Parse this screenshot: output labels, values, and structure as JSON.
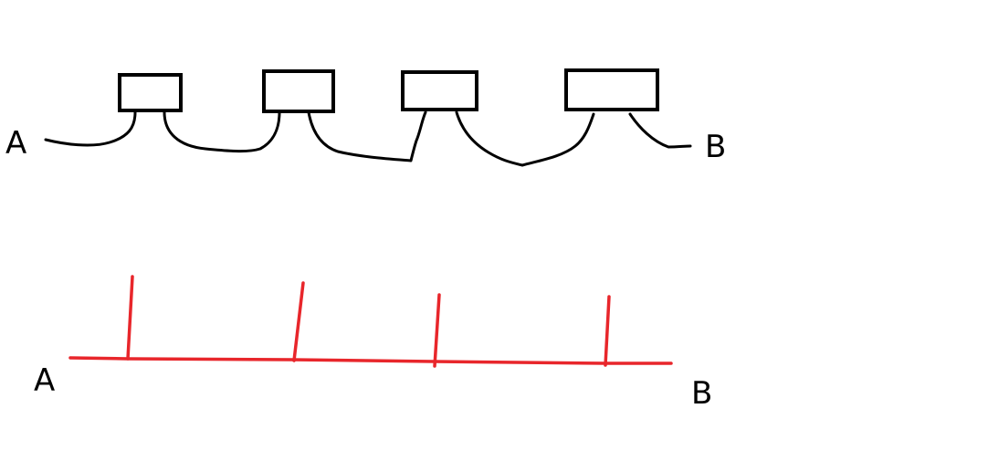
{
  "top_diagram": {
    "label_start": "A",
    "label_end": "B",
    "line_color": "#000000",
    "box_count": 4
  },
  "bottom_diagram": {
    "label_start": "A",
    "label_end": "B",
    "line_color": "#e8262b",
    "branch_count": 4
  }
}
